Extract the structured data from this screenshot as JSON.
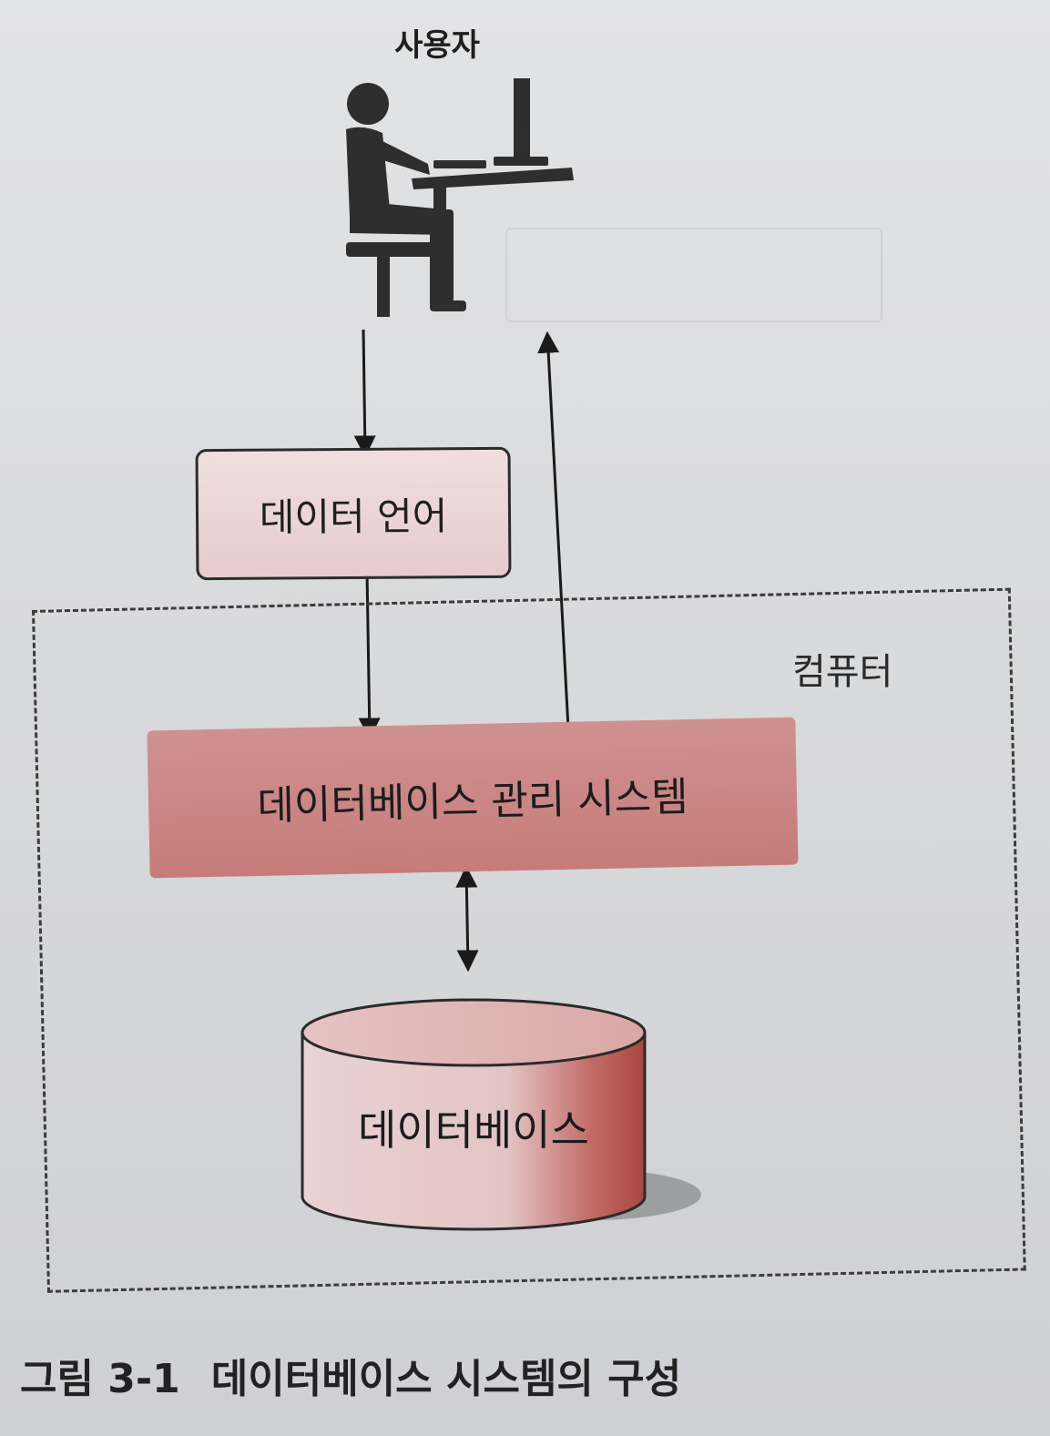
{
  "diagram": {
    "user_label": "사용자",
    "data_language_label": "데이터 언어",
    "computer_label": "컴퓨터",
    "dbms_label": "데이터베이스 관리 시스템",
    "database_label": "데이터베이스",
    "figure_icon": "user-at-computer-icon",
    "colors": {
      "dbms_fill": "#c98483",
      "language_fill": "#ead4d4",
      "database_fill": "#e7cdcd",
      "database_shade": "#b2524d"
    }
  },
  "caption": {
    "number": "그림 3-1",
    "title": "데이터베이스 시스템의 구성"
  }
}
